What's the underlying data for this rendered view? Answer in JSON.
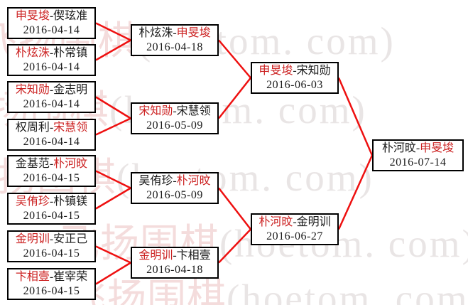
{
  "watermark": {
    "cn": "飞扬围棋",
    "en": "(hoetom. com)"
  },
  "colors": {
    "winner_text": "#cc2222",
    "connector": "#ee1010",
    "box_border": "#000000",
    "watermark_cn": "#f4dcdc",
    "watermark_en": "#e9e5e5",
    "background": "#ffffff"
  },
  "bracket": {
    "separator": "-",
    "rounds": [
      {
        "name": "round1",
        "matches": [
          {
            "key": "r1m1",
            "p1": "申旻埈",
            "p2": "偰玹准",
            "winner": "p1",
            "date": "2016-04-14"
          },
          {
            "key": "r1m2",
            "p1": "朴炫洙",
            "p2": "朴常镇",
            "winner": "p1",
            "date": "2016-04-14"
          },
          {
            "key": "r1m3",
            "p1": "宋知勋",
            "p2": "金志明",
            "winner": "p1",
            "date": "2016-04-14"
          },
          {
            "key": "r1m4",
            "p1": "权周利",
            "p2": "宋慧领",
            "winner": "p2",
            "date": "2016-04-14"
          },
          {
            "key": "r1m5",
            "p1": "金基范",
            "p2": "朴河旼",
            "winner": "p2",
            "date": "2016-04-15"
          },
          {
            "key": "r1m6",
            "p1": "吴侑珍",
            "p2": "朴镇镁",
            "winner": "p1",
            "date": "2016-04-15"
          },
          {
            "key": "r1m7",
            "p1": "金明训",
            "p2": "安正己",
            "winner": "p1",
            "date": "2016-04-15"
          },
          {
            "key": "r1m8",
            "p1": "卞相壹",
            "p2": "崔宰荣",
            "winner": "p1",
            "date": "2016-04-15"
          }
        ]
      },
      {
        "name": "round2",
        "matches": [
          {
            "key": "r2m1",
            "p1": "朴炫洙",
            "p2": "申旻埈",
            "winner": "p2",
            "date": "2016-04-18"
          },
          {
            "key": "r2m2",
            "p1": "宋知勋",
            "p2": "宋慧领",
            "winner": "p1",
            "date": "2016-05-09"
          },
          {
            "key": "r2m3",
            "p1": "吴侑珍",
            "p2": "朴河旼",
            "winner": "p2",
            "date": "2016-05-09"
          },
          {
            "key": "r2m4",
            "p1": "金明训",
            "p2": "卞相壹",
            "winner": "p1",
            "date": "2016-04-18"
          }
        ]
      },
      {
        "name": "round3",
        "matches": [
          {
            "key": "r3m1",
            "p1": "申旻埈",
            "p2": "宋知勋",
            "winner": "p1",
            "date": "2016-06-03"
          },
          {
            "key": "r3m2",
            "p1": "朴河旼",
            "p2": "金明训",
            "winner": "p1",
            "date": "2016-06-27"
          }
        ]
      },
      {
        "name": "final",
        "matches": [
          {
            "key": "f1",
            "p1": "朴河旼",
            "p2": "申旻埈",
            "winner": "p2",
            "date": "2016-07-14"
          }
        ]
      }
    ],
    "connections": [
      [
        "r1m1",
        "r2m1"
      ],
      [
        "r1m2",
        "r2m1"
      ],
      [
        "r1m3",
        "r2m2"
      ],
      [
        "r1m4",
        "r2m2"
      ],
      [
        "r1m5",
        "r2m3"
      ],
      [
        "r1m6",
        "r2m3"
      ],
      [
        "r1m7",
        "r2m4"
      ],
      [
        "r1m8",
        "r2m4"
      ],
      [
        "r2m1",
        "r3m1"
      ],
      [
        "r2m2",
        "r3m1"
      ],
      [
        "r2m3",
        "r3m2"
      ],
      [
        "r2m4",
        "r3m2"
      ],
      [
        "r3m1",
        "f1"
      ],
      [
        "r3m2",
        "f1"
      ]
    ]
  }
}
